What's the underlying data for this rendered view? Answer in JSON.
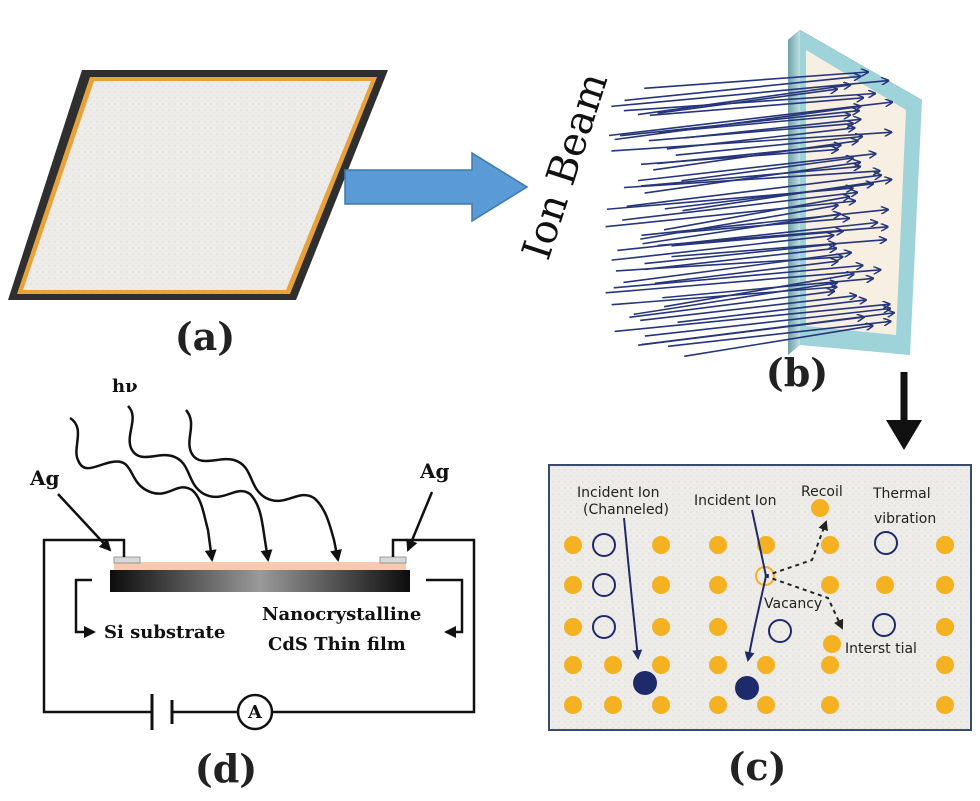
{
  "panels": {
    "a": {
      "label": "(a)"
    },
    "b": {
      "label": "(b)",
      "beam_label": "Ion Beam"
    },
    "c": {
      "label": "(c)",
      "incident_ion_channeled_line1": "Incident Ion",
      "incident_ion_channeled_line2": "(Channeled)",
      "incident_ion": "Incident Ion",
      "recoil": "Recoil",
      "thermal_line1": "Thermal",
      "thermal_line2": "vibration",
      "vacancy": "Vacancy",
      "interstitial": "Interst tial"
    },
    "d": {
      "label": "(d)",
      "photon": "hν",
      "ag_left": "Ag",
      "ag_right": "Ag",
      "substrate": "Si substrate",
      "film_line1": "Nanocrystalline",
      "film_line2": "CdS Thin film",
      "ammeter": "A"
    }
  },
  "colors": {
    "arrow_fill": "#5b9bd5",
    "film_border": "#2b2b2b",
    "film_inner": "#e8a23a",
    "film_surface": "#ece9e4",
    "beam": "#27357a",
    "atom": "#f4b223",
    "ion": "#1f2a6b",
    "lattice_bg": "#ecebe8",
    "substrate": "#111111",
    "cds_layer": "#f6c9b0"
  }
}
